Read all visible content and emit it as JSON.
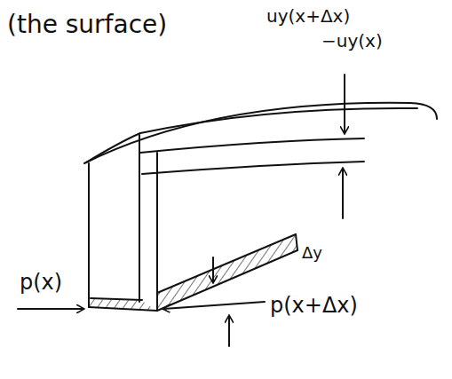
{
  "diagram": {
    "labels": [
      "(the surface)",
      "uy(x+Δx)",
      "−uy(x)",
      "Δy",
      "p(x)",
      "p(x+Δx)"
    ]
  }
}
